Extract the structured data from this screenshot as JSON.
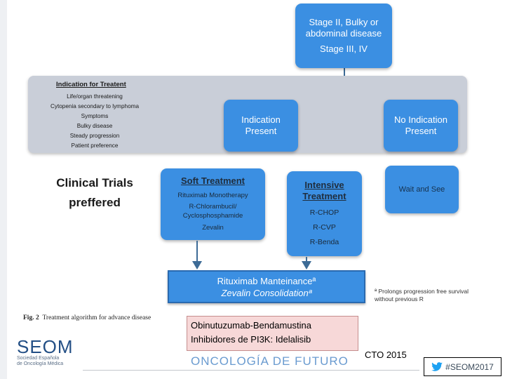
{
  "boxes": {
    "stage": {
      "line1": "Stage II, Bulky or",
      "line2": "abdominal disease",
      "line3": "Stage III, IV"
    },
    "indication_present": {
      "line1": "Indication",
      "line2": "Present"
    },
    "no_indication": {
      "line1": "No Indication",
      "line2": "Present"
    },
    "soft": {
      "title": "Soft Treatment",
      "items": [
        "Rituximab Monotherapy",
        "R-Chlorambucil/",
        "Cyclosphosphamide",
        "Zevalin"
      ]
    },
    "intensive": {
      "title1": "Intensive",
      "title2": "Treatment",
      "items": [
        "R-CHOP",
        "R-CVP",
        "R-Benda"
      ]
    },
    "watch": {
      "label": "Wait and See"
    },
    "maintenance": {
      "line1": "Rituximab Manteinanceª",
      "line2": "Zevalin Consolidationª"
    }
  },
  "indication": {
    "title": "Indication for Treatent",
    "items": [
      "Life/organ threatening",
      "Cytopenia secondary to lymphoma",
      "Symptoms",
      "Bulky disease",
      "Steady progression",
      "Patient preference"
    ]
  },
  "clinical_trials": {
    "line1": "Clinical Trials",
    "line2": "preffered"
  },
  "footnote": {
    "line1": "ª Prolongs progression free survival",
    "line2": "without previous R"
  },
  "caption": {
    "fig": "Fig. 2",
    "text": "Treatment algorithm for advance disease"
  },
  "note_box": {
    "line1": "Obinutuzumab-Bendamustina",
    "line2": "Inhibidores de PI3K: Idelalisib"
  },
  "footer": {
    "seom": "SEOM",
    "seom_sub1": "Sociedad Española",
    "seom_sub2": "de Oncología Médica",
    "tagline": "ONCOLOGÍA DE FUTURO",
    "cto": "CTO 2015",
    "hashtag": "#SEOM2017"
  },
  "colors": {
    "box": "#3b8fe2",
    "band": "#c9ced8",
    "note": "#f7d8d8"
  }
}
